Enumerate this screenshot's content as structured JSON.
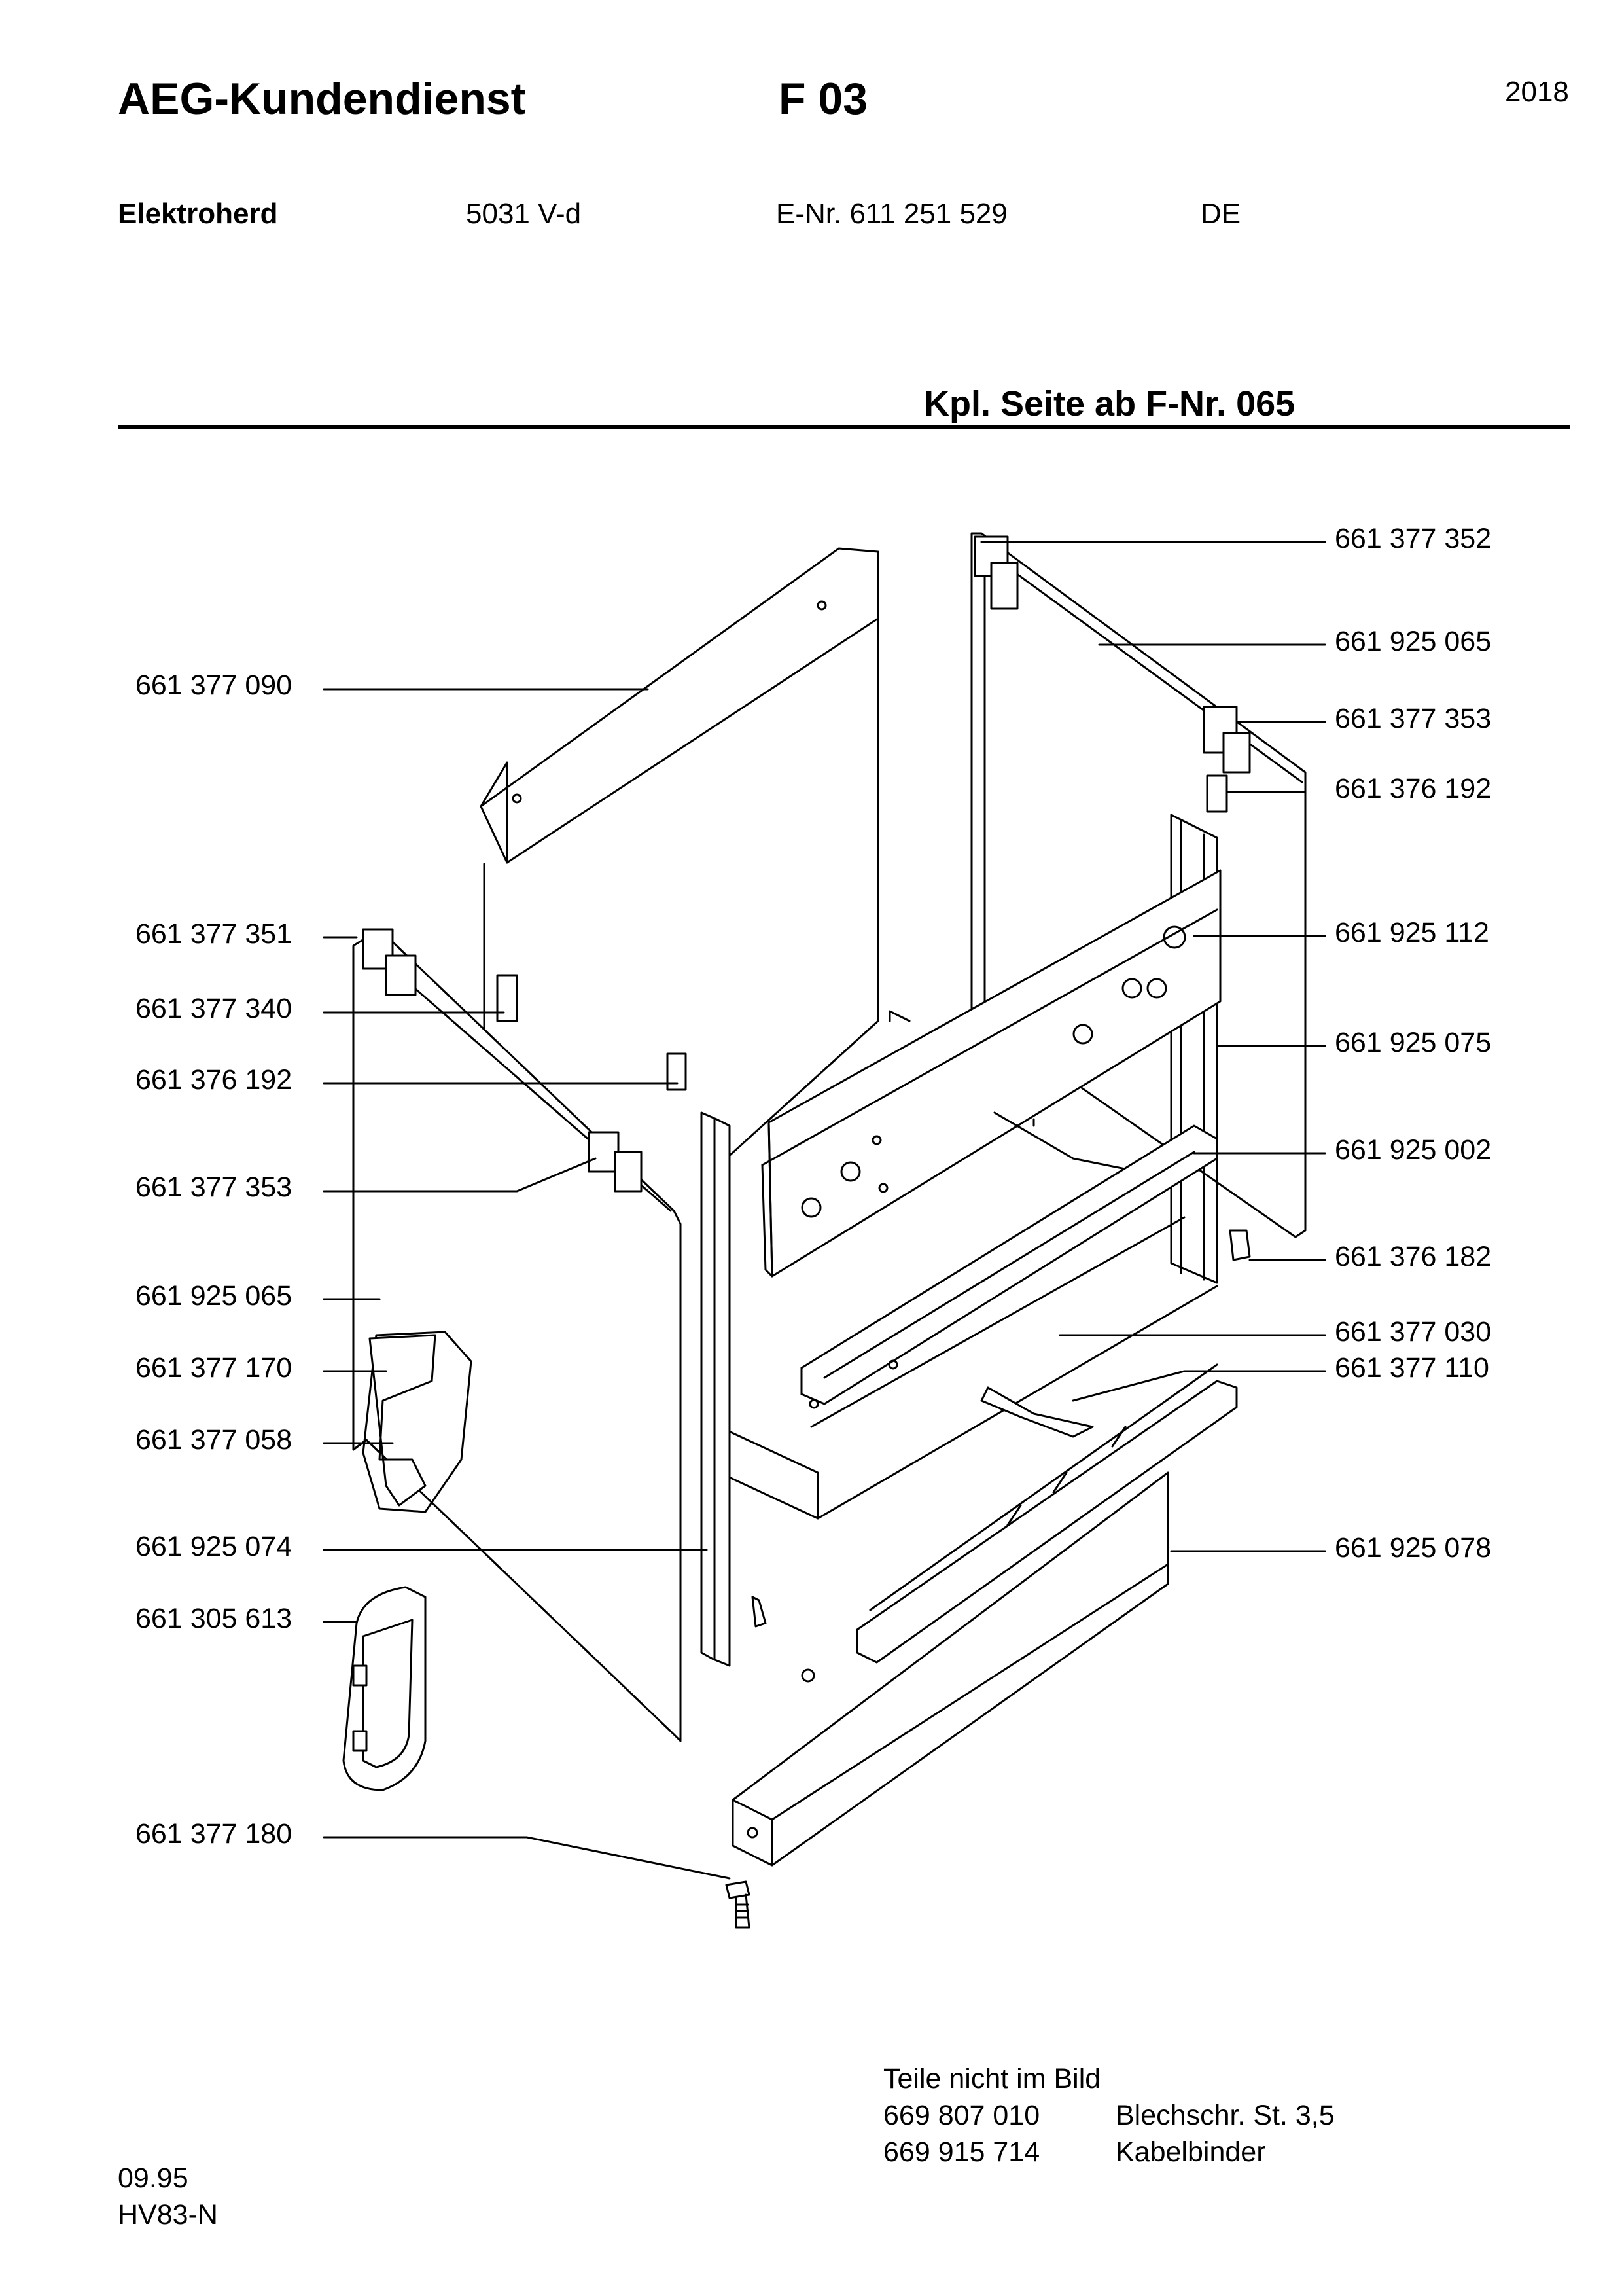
{
  "header": {
    "brand": "AEG-Kundendienst",
    "page_code": "F 03",
    "page_number": "2018"
  },
  "product": {
    "type": "Elektroherd",
    "model": "5031 V-d",
    "e_number": "E-Nr. 611 251 529",
    "country": "DE"
  },
  "section": {
    "title": "Kpl. Seite ab F-Nr. 065"
  },
  "labels_left": [
    "661 377 090",
    "661 377 351",
    "661 377 340",
    "661 376 192",
    "661 377 353",
    "661 925 065",
    "661 377 170",
    "661 377 058",
    "661 925 074",
    "661 305 613",
    "661 377 180"
  ],
  "labels_right": [
    "661 377 352",
    "661 925 065",
    "661 377 353",
    "661 376 192",
    "661 925 112",
    "661 925 075",
    "661 925 002",
    "661 376 182",
    "661 377 030",
    "661 377 110",
    "661 925 078"
  ],
  "not_pictured": {
    "heading": "Teile nicht im Bild",
    "items": [
      {
        "part": "669 807 010",
        "desc": "Blechschr.  St. 3,5"
      },
      {
        "part": "669 915 714",
        "desc": "Kabelbinder"
      }
    ]
  },
  "footer": {
    "date": "09.95",
    "code": "HV83-N"
  }
}
